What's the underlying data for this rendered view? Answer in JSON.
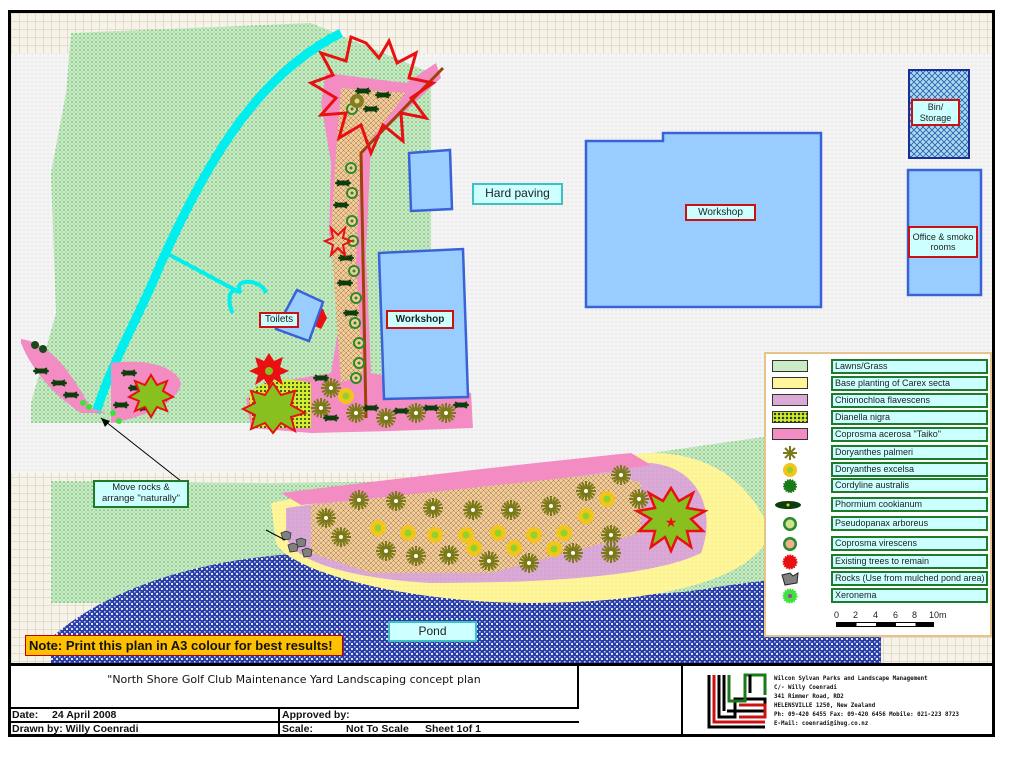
{
  "plan": {
    "labels": {
      "hard_paving": "Hard paving",
      "workshop_large": "Workshop",
      "workshop_small": "Workshop",
      "toilets": "Toilets",
      "bin_storage": "Bin/ Storage",
      "office": "Office & smoko rooms",
      "move_rocks": "Move rocks & arrange \"naturally\"",
      "pond": "Pond"
    },
    "note": "Note: Print this plan in A3 colour for best results!"
  },
  "legend": {
    "items": [
      {
        "label": "Lawns/Grass",
        "symbol": "swatch",
        "color": "#c6ecc4"
      },
      {
        "label": "Base planting of Carex secta",
        "symbol": "swatch",
        "color": "#fff59a"
      },
      {
        "label": "Chionochloa flavescens",
        "symbol": "swatch",
        "color": "#d9a8d4"
      },
      {
        "label": "Dianella nigra",
        "symbol": "swatch",
        "color": "#c8e020"
      },
      {
        "label": "Coprosma acerosa \"Taiko\"",
        "symbol": "swatch",
        "color": "#f48cc4"
      },
      {
        "label": "Doryanthes palmeri",
        "symbol": "olive-burst-icon",
        "color": "#808020"
      },
      {
        "label": "Doryanthes excelsa",
        "symbol": "yellow-flower-icon",
        "color": "#f0c820"
      },
      {
        "label": "Cordyline australis",
        "symbol": "green-burst-icon",
        "color": "#1a7a1a"
      },
      {
        "label": "Phormium cookianum",
        "symbol": "dark-leaf-icon",
        "color": "#0d3d0d"
      },
      {
        "label": "Pseudopanax arboreus",
        "symbol": "green-ring-icon",
        "color": "#2a8a2a"
      },
      {
        "label": "Coprosma virescens",
        "symbol": "peach-ring-icon",
        "color": "#2a8a2a"
      },
      {
        "label": "Existing trees to remain",
        "symbol": "red-burst-icon",
        "color": "#e81010"
      },
      {
        "label": "Rocks (Use from mulched pond area)",
        "symbol": "rock-icon",
        "color": "#808080"
      },
      {
        "label": "Xeronema",
        "symbol": "lime-burst-icon",
        "color": "#40e040"
      }
    ],
    "scale": {
      "ticks": [
        "0",
        "2",
        "4",
        "6",
        "8",
        "10m"
      ]
    }
  },
  "titleblock": {
    "title": "\"North Shore Golf Club  Maintenance Yard Landscaping concept plan",
    "date_label": "Date:",
    "date_value": "24 April 2008",
    "drawn_by": "Drawn by: Willy Coenradi",
    "approved_by": "Approved by:",
    "scale_label": "Scale:",
    "scale_value": "Not To Scale",
    "sheet": "Sheet 1of 1",
    "company": {
      "name": "Wilcon Sylvan Parks and Landscape Management",
      "attn": "C/- Willy Coenradi",
      "address1": "341 Rimmer Road, RD2",
      "address2": "HELENSVILLE 1250, New Zealand",
      "phone": "Ph: 09-420 6455 Fax: 09-420 6456 Mobile: 021-223 8723",
      "email": "E-Mail: coenradi@ihug.co.nz"
    }
  }
}
